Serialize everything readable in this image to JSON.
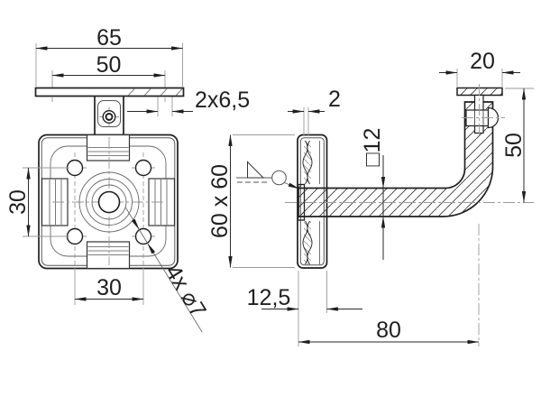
{
  "drawing": {
    "title": "handrail wall bracket technical drawing",
    "colors": {
      "line": "#1f1f1f",
      "thin_line": "#555555",
      "light_line": "#9a9a9a",
      "background": "#ffffff"
    },
    "top_view": {
      "overall_width": "65",
      "hole_spacing": "50",
      "hole_note": "2x6,5"
    },
    "front_view": {
      "hole_spacing_vertical": "30",
      "hole_spacing_horizontal": "30",
      "hole_callout": "4x ⌀7"
    },
    "side_view": {
      "plate_size": "60 x 60",
      "pad_thickness": "2",
      "arm_section": "□12",
      "plate_depth": "12,5",
      "reach": "80",
      "saddle_width": "20",
      "drop_height": "50"
    }
  }
}
